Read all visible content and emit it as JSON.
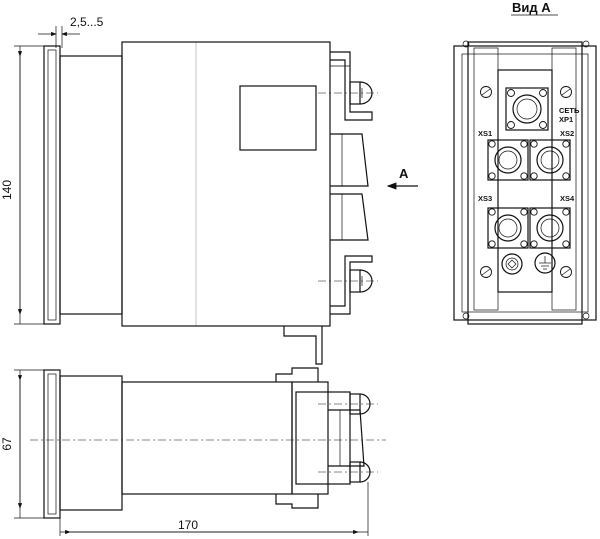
{
  "labels": {
    "view_title": "Вид А",
    "view_arrow": "А",
    "dim_height": "140",
    "dim_thickness": "2,5...5",
    "dim_depth": "67",
    "dim_length": "170",
    "connector_power": "СЕТЬ",
    "connector_xp1": "ХР1",
    "connector_xs1": "XS1",
    "connector_xs2": "XS2",
    "connector_xs3": "XS3",
    "connector_xs4": "XS4"
  }
}
